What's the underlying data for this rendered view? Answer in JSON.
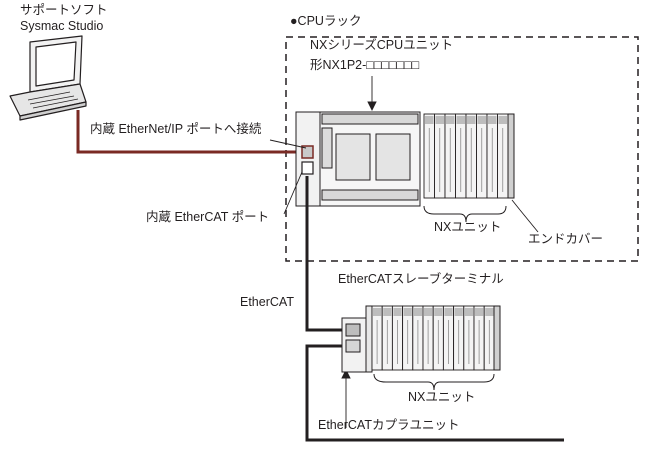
{
  "labels": {
    "support_soft_line1": "サポートソフト",
    "support_soft_line2": "Sysmac Studio",
    "ethernet_ip_port": "内蔵 EtherNet/IP ポートへ接続",
    "cpu_rack": "●CPUラック",
    "nx_cpu_unit": "NXシリーズCPUユニット",
    "model_number": "形NX1P2-□□□□□□□",
    "ethercat_port": "内蔵 EtherCAT ポート",
    "nx_unit_top": "NXユニット",
    "end_cover": "エンドカバー",
    "ethercat_slave_terminal": "EtherCATスレーブターミナル",
    "ethercat": "EtherCAT",
    "nx_unit_bottom": "NXユニット",
    "ethercat_coupler": "EtherCATカプラユニット"
  },
  "colors": {
    "line": "#231f20",
    "ethernet_cable": "#7a2a24",
    "module_fill": "#f4f4f4",
    "module_shade": "#bdbdbd"
  }
}
